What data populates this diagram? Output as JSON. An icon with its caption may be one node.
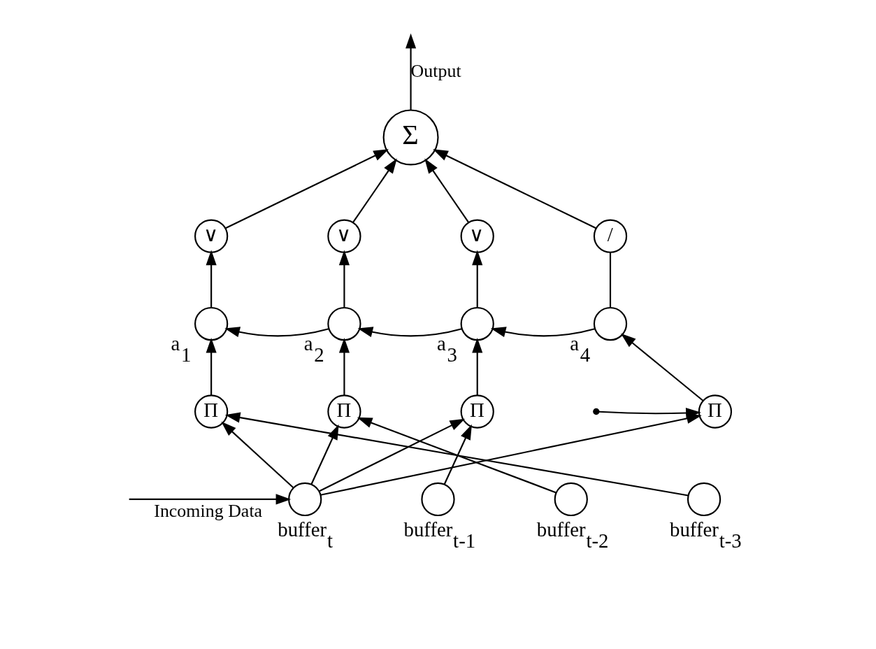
{
  "diagram": {
    "nodes": [
      {
        "text": [
          "Σ"
        ]
      },
      {
        "text": [
          "∨"
        ]
      },
      {
        "text": [
          "∨"
        ]
      },
      {
        "text": [
          "∨"
        ]
      },
      {
        "text": [
          "/"
        ]
      },
      {
        "text": [],
        "shape": "circle",
        "beside": [
          "a$_{1}$"
        ]
      },
      {
        "text": [],
        "shape": "circle",
        "beside": [
          "a$_{2}$"
        ]
      },
      {
        "text": [],
        "shape": "circle",
        "beside": [
          "a$_{3}$"
        ]
      },
      {
        "text": [],
        "shape": "circle",
        "beside": [
          "a$_{4}$"
        ]
      },
      {
        "text": [
          "Π"
        ]
      },
      {
        "text": [
          "Π"
        ]
      },
      {
        "text": [
          "Π"
        ]
      },
      {
        "text": [
          "Π"
        ]
      },
      {
        "text": [],
        "shape": "circle",
        "beside": [
          "buffer$_{t}$"
        ]
      },
      {
        "text": [],
        "shape": "circle",
        "beside": [
          "buffer$_{t-1}$"
        ]
      },
      {
        "text": [],
        "shape": "circle",
        "beside": [
          "buffer$_{t-2}$"
        ]
      },
      {
        "text": [],
        "shape": "circle",
        "beside": [
          "buffer$_{t-3}$"
        ]
      }
    ],
    "edges": [
      {
        "from": 0,
        "to": null,
        "arrow": "to",
        "label": "Output"
      },
      {
        "from": 1,
        "to": 0,
        "arrow": "to"
      },
      {
        "from": 2,
        "to": 0,
        "arrow": "to"
      },
      {
        "from": 3,
        "to": 0,
        "arrow": "to"
      },
      {
        "from": 4,
        "to": 0,
        "arrow": "to"
      },
      {
        "from": 5,
        "to": 1,
        "arrow": "to"
      },
      {
        "from": 6,
        "to": 2,
        "arrow": "to"
      },
      {
        "from": 7,
        "to": 3,
        "arrow": "to"
      },
      {
        "from": 8,
        "to": 4,
        "arrow": "none"
      },
      {
        "from": 6,
        "to": 5,
        "arrow": "to"
      },
      {
        "from": 7,
        "to": 6,
        "arrow": "to"
      },
      {
        "from": 8,
        "to": 7,
        "arrow": "to"
      },
      {
        "from": 9,
        "to": 5,
        "arrow": "to"
      },
      {
        "from": 10,
        "to": 6,
        "arrow": "to"
      },
      {
        "from": 11,
        "to": 7,
        "arrow": "to"
      },
      {
        "from": 12,
        "to": 8,
        "arrow": "to"
      },
      {
        "from": 13,
        "to": 9,
        "arrow": "to"
      },
      {
        "from": 13,
        "to": 10,
        "arrow": "to"
      },
      {
        "from": 13,
        "to": 11,
        "arrow": "to"
      },
      {
        "from": 13,
        "to": 12,
        "arrow": "to"
      },
      {
        "from": 14,
        "to": 11,
        "arrow": "to"
      },
      {
        "from": 15,
        "to": 10,
        "arrow": "to"
      },
      {
        "from": 16,
        "to": 9,
        "arrow": "to"
      },
      {
        "from": null,
        "to": 12,
        "arrow": "to"
      },
      {
        "from": null,
        "to": 13,
        "arrow": "to",
        "label": "Incoming Data"
      }
    ]
  }
}
